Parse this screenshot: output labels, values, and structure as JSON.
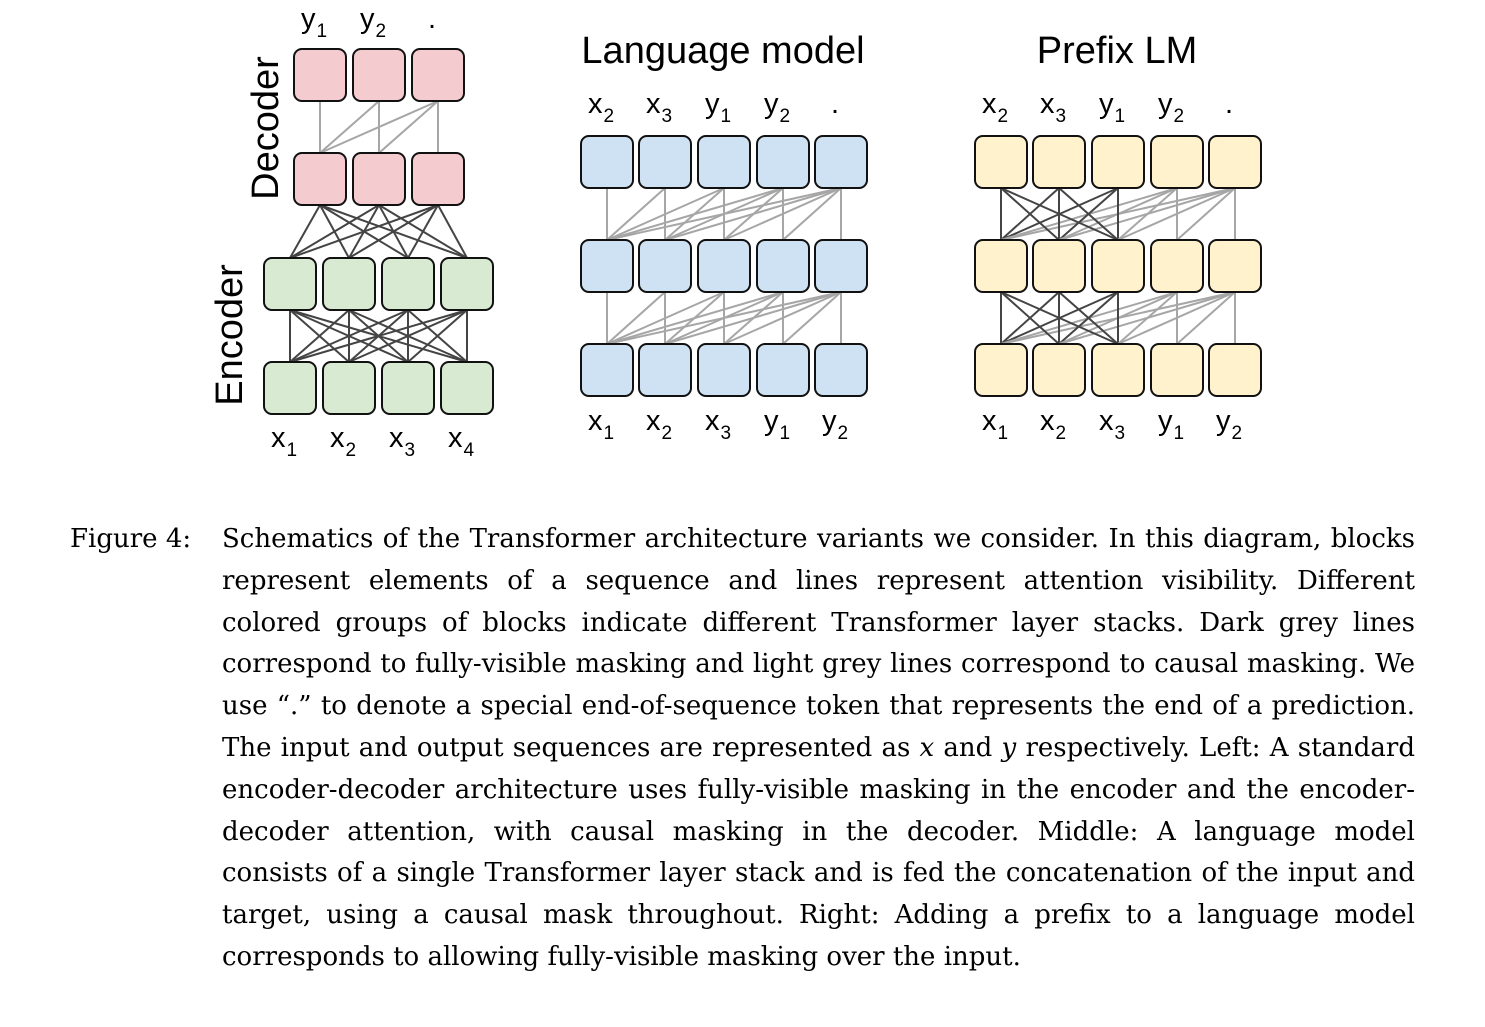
{
  "figure": {
    "panels": [
      {
        "id": "encoder-decoder",
        "title": "",
        "stack_labels": {
          "decoder": "Decoder",
          "encoder": "Encoder"
        },
        "colors": {
          "decoder_fill": "#f4ccd0",
          "encoder_fill": "#d9ead3"
        },
        "decoder_top_tokens": [
          {
            "base": "y",
            "sub": "1"
          },
          {
            "base": "y",
            "sub": "2"
          },
          {
            "base": ".",
            "sub": ""
          }
        ],
        "encoder_bottom_tokens": [
          {
            "base": "x",
            "sub": "1"
          },
          {
            "base": "x",
            "sub": "2"
          },
          {
            "base": "x",
            "sub": "3"
          },
          {
            "base": "x",
            "sub": "4"
          }
        ]
      },
      {
        "id": "language-model",
        "title": "Language model",
        "colors": {
          "fill": "#cfe2f3"
        },
        "top_tokens": [
          {
            "base": "x",
            "sub": "2"
          },
          {
            "base": "x",
            "sub": "3"
          },
          {
            "base": "y",
            "sub": "1"
          },
          {
            "base": "y",
            "sub": "2"
          },
          {
            "base": ".",
            "sub": ""
          }
        ],
        "bottom_tokens": [
          {
            "base": "x",
            "sub": "1"
          },
          {
            "base": "x",
            "sub": "2"
          },
          {
            "base": "x",
            "sub": "3"
          },
          {
            "base": "y",
            "sub": "1"
          },
          {
            "base": "y",
            "sub": "2"
          }
        ]
      },
      {
        "id": "prefix-lm",
        "title": "Prefix LM",
        "colors": {
          "fill": "#fff2cc"
        },
        "top_tokens": [
          {
            "base": "x",
            "sub": "2"
          },
          {
            "base": "x",
            "sub": "3"
          },
          {
            "base": "y",
            "sub": "1"
          },
          {
            "base": "y",
            "sub": "2"
          },
          {
            "base": ".",
            "sub": ""
          }
        ],
        "bottom_tokens": [
          {
            "base": "x",
            "sub": "1"
          },
          {
            "base": "x",
            "sub": "2"
          },
          {
            "base": "x",
            "sub": "3"
          },
          {
            "base": "y",
            "sub": "1"
          },
          {
            "base": "y",
            "sub": "2"
          }
        ]
      }
    ],
    "colors": {
      "dark_line": "#444444",
      "light_line": "#a6a6a6",
      "block_stroke": "#111111"
    }
  },
  "caption": {
    "label": "Figure 4:",
    "segments": [
      {
        "text": "Schematics of the Transformer architecture variants we consider. In this diagram, blocks represent elements of a sequence and lines represent attention visibility. Different colored groups of blocks indicate different Transformer layer stacks. Dark grey lines correspond to fully-visible masking and light grey lines correspond to causal masking. We use “.” to denote a special end-of-sequence token that represents the end of a prediction. The input and output sequences are represented as ",
        "italic": false
      },
      {
        "text": "x",
        "italic": true
      },
      {
        "text": " and ",
        "italic": false
      },
      {
        "text": "y",
        "italic": true
      },
      {
        "text": " respectively. Left: A standard encoder-decoder architecture uses fully-visible masking in the encoder and the encoder-decoder attention, with causal masking in the decoder. Middle: A language model consists of a single Transformer layer stack and is fed the concatenation of the input and target, using a causal mask throughout. Right: Adding a prefix to a language model corresponds to allowing fully-visible masking over the input.",
        "italic": false
      }
    ]
  }
}
